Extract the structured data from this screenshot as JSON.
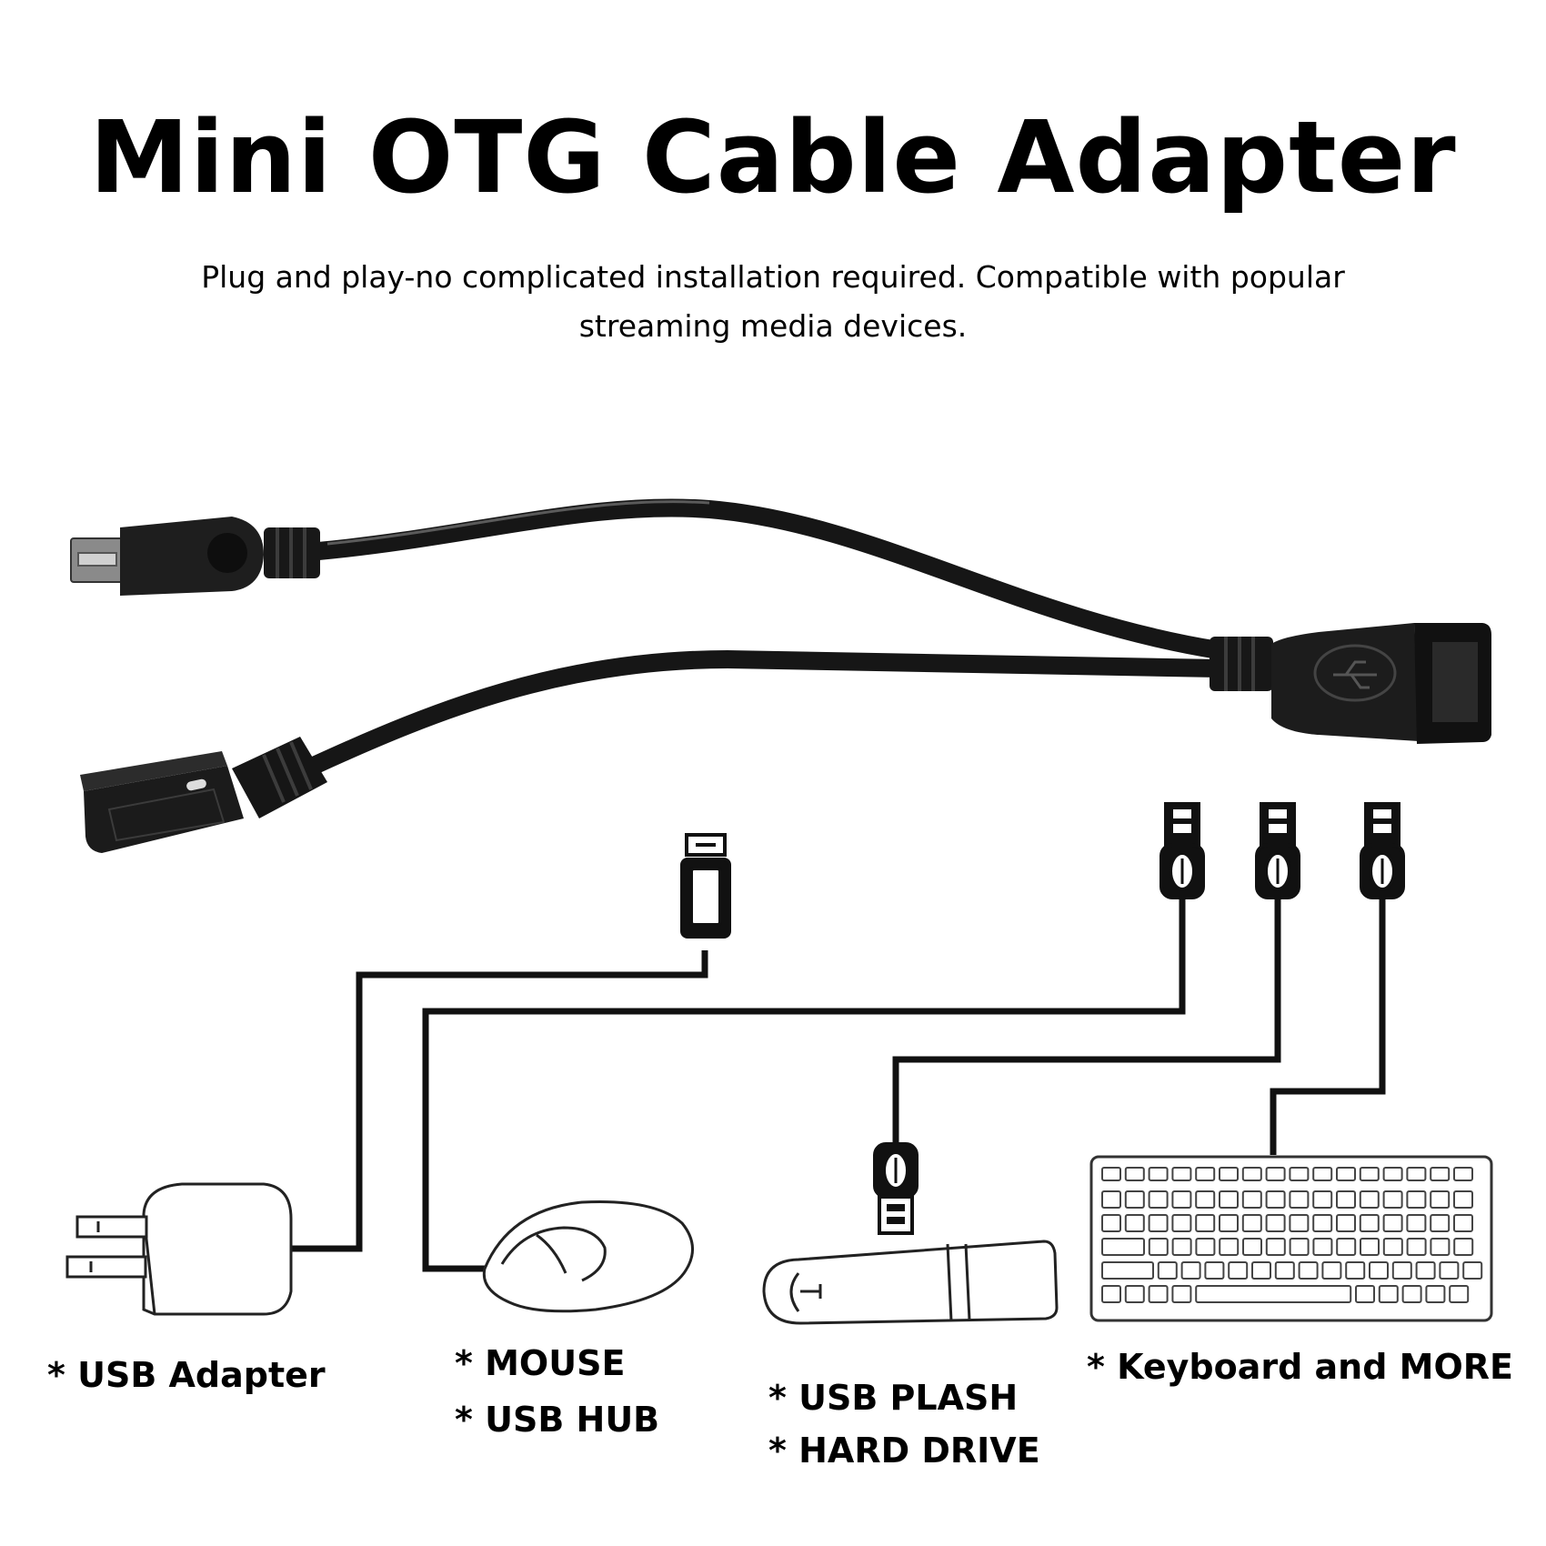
{
  "header": {
    "title": "Mini OTG Cable Adapter",
    "subtitle_line1": "Plug and play-no complicated installation required. Compatible with popular",
    "subtitle_line2": "streaming media devices."
  },
  "devices": [
    {
      "icon": "wall-plug-adapter-icon",
      "lines": [
        "* USB Adapter"
      ]
    },
    {
      "icon": "mouse-icon",
      "lines": [
        "* MOUSE",
        "* USB HUB"
      ]
    },
    {
      "icon": "usb-flash-drive-icon",
      "lines": [
        "* USB PLASH",
        "* HARD DRIVE"
      ]
    },
    {
      "icon": "keyboard-icon",
      "lines": [
        "* Keyboard and MORE"
      ]
    }
  ],
  "colors": {
    "ink": "#111111",
    "cable": "#1a1a1a",
    "background": "#ffffff"
  }
}
